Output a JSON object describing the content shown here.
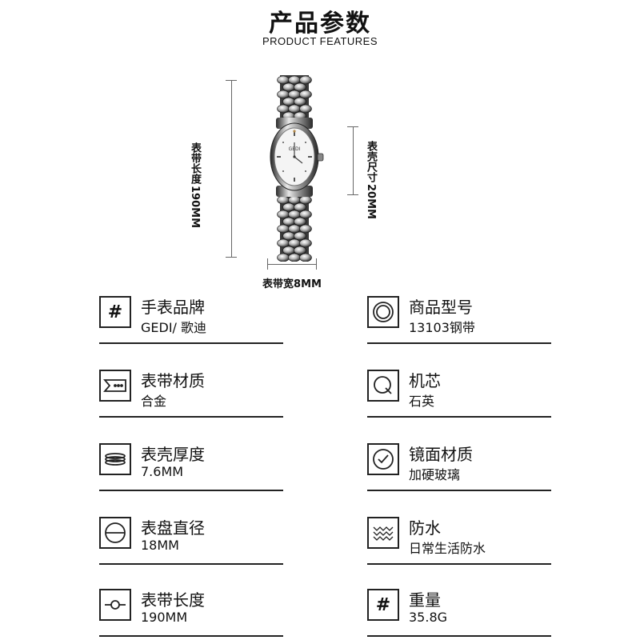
{
  "header": {
    "title": "产品参数",
    "subtitle": "PRODUCT FEATURES"
  },
  "dimensions": {
    "strap_length_label": "表带长度",
    "strap_length_value": "190MM",
    "case_size_label": "表壳尺寸",
    "case_size_value": "20MM",
    "strap_width": "表带宽8MM"
  },
  "watch": {
    "brand_mark": "GEDI"
  },
  "features": [
    {
      "title": "手表品牌",
      "value": "GEDI/ 歌迪",
      "icon": "hash-icon"
    },
    {
      "title": "商品型号",
      "value": "13103钢带",
      "icon": "concentric-circle-icon"
    },
    {
      "title": "表带材质",
      "value": "合金",
      "icon": "strap-icon"
    },
    {
      "title": "机芯",
      "value": "石英",
      "icon": "movement-q-icon"
    },
    {
      "title": "表壳厚度",
      "value": "7.6MM",
      "icon": "case-thickness-icon"
    },
    {
      "title": "镜面材质",
      "value": "加硬玻璃",
      "icon": "check-circle-icon"
    },
    {
      "title": "表盘直径",
      "value": "18MM",
      "icon": "dial-diameter-icon"
    },
    {
      "title": "防水",
      "value": "日常生活防水",
      "icon": "water-wave-icon"
    },
    {
      "title": "表带长度",
      "value": "190MM",
      "icon": "strap-length-icon"
    },
    {
      "title": "重量",
      "value": "35.8G",
      "icon": "hash-icon"
    }
  ]
}
